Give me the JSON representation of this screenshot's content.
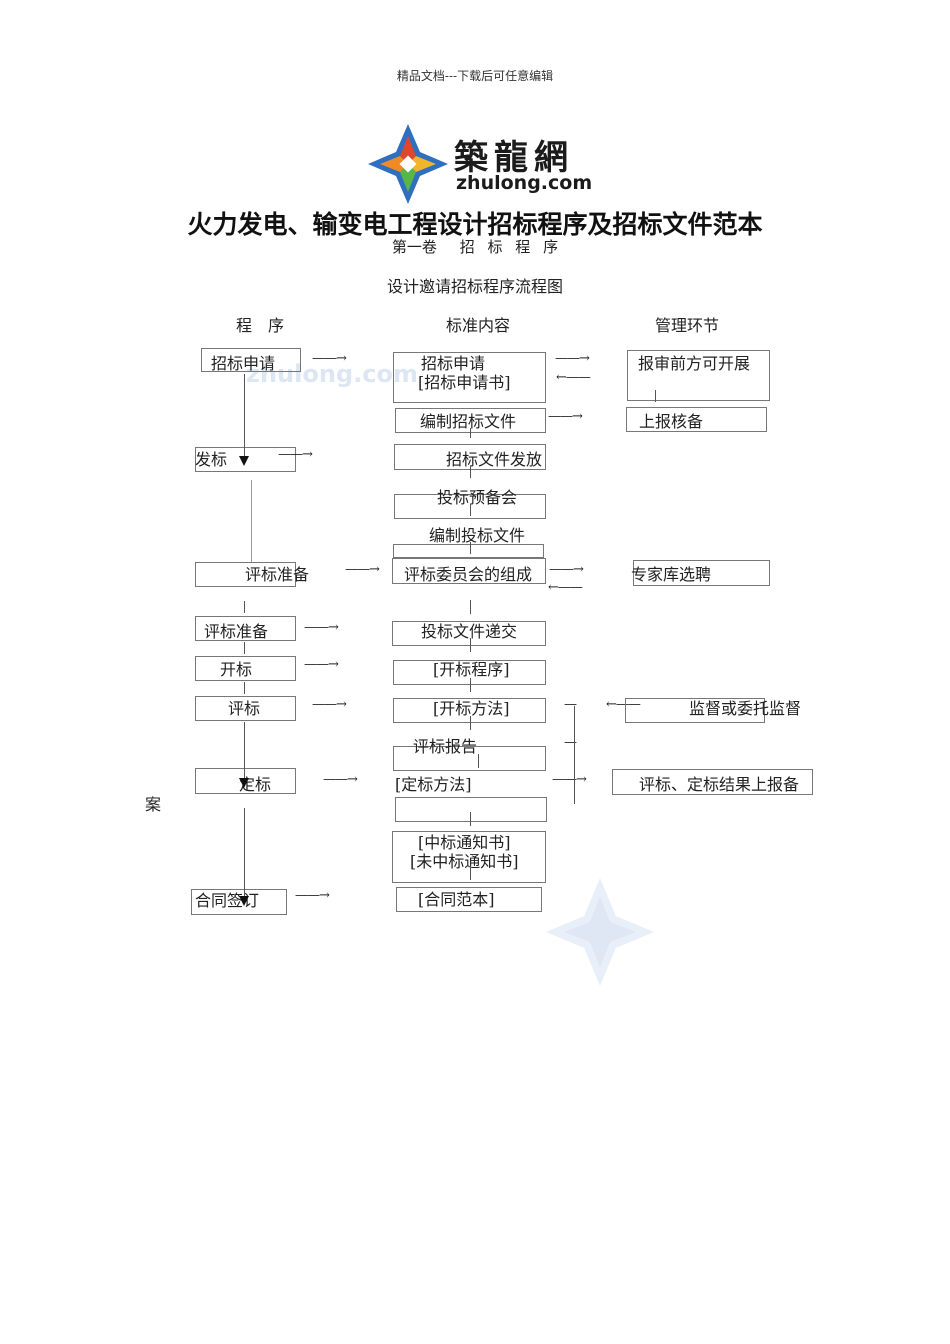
{
  "header_note": "精品文档---下载后可任意编辑",
  "logo": {
    "cn": "築龍網",
    "en": "zhulong.com",
    "watermark": "zhulong.com"
  },
  "title": "火力发电、输变电工程设计招标程序及招标文件范本",
  "volume": {
    "number": "第一卷",
    "name": [
      "招",
      "标",
      "程",
      "序"
    ]
  },
  "flow_title": "设计邀请招标程序流程图",
  "columns": {
    "procedure": "程　序",
    "content": "标准内容",
    "management": "管理环节"
  },
  "left": {
    "apply": "招标申请",
    "issue": "发标",
    "prep1": "评标准备",
    "prep2": "评标准备",
    "open": "开标",
    "evaluate": "评标",
    "award": "定标",
    "contract": "合同签订",
    "side": "案"
  },
  "center": {
    "apply": "招标申请",
    "apply_doc": "[招标申请书]",
    "compile": "编制招标文件",
    "distribute": "招标文件发放",
    "prebid": "投标预备会",
    "compile_bid": "编制投标文件",
    "committee": "评标委员会的组成",
    "submit": "投标文件递交",
    "open_proc": "[开标程序]",
    "open_method": "[开标方法]",
    "report": "评标报告",
    "award_method": "[定标方法]",
    "notice_win": "[中标通知书]",
    "notice_lose": "[未中标通知书]",
    "contract_tpl": "[合同范本]"
  },
  "right": {
    "approve": "报审前方可开展",
    "filing": "上报核备",
    "experts": "专家库选聘",
    "supervise": "监督或委托监督",
    "report_result": "评标、定标结果上报备"
  },
  "arrows": {
    "right": "——→",
    "left": "←——",
    "dash": "—"
  }
}
